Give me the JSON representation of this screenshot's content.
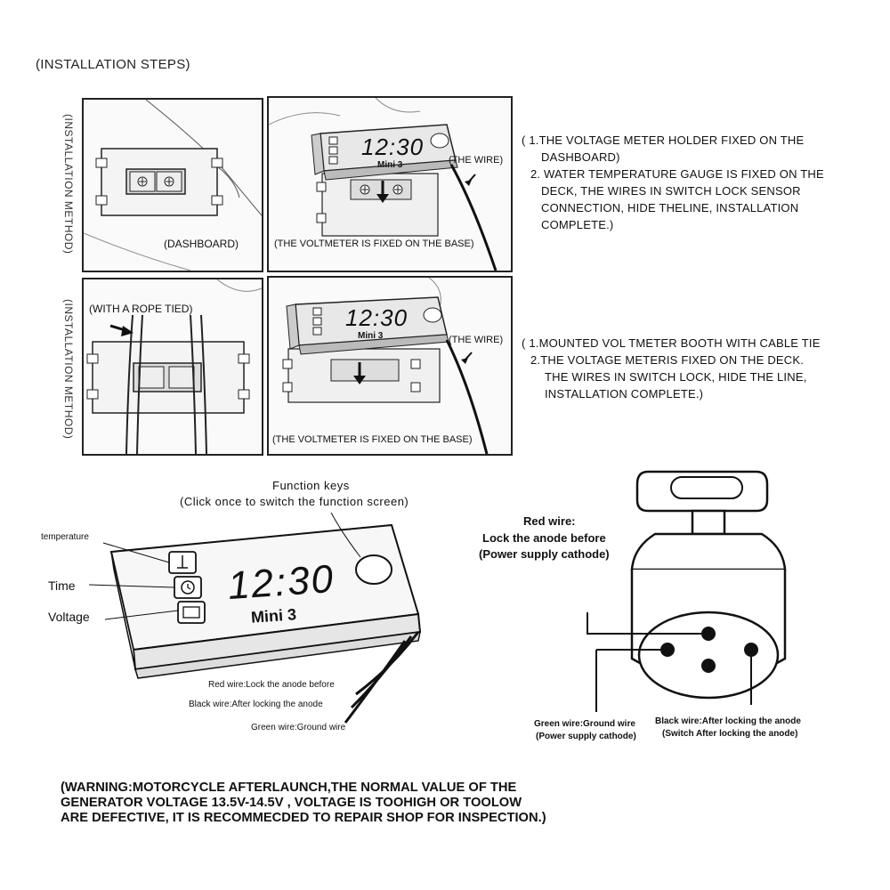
{
  "title": "(INSTALLATION STEPS)",
  "method_label": "(INSTALLATION METHOD)",
  "panel1": {
    "dashboard_label": "(DASHBOARD)",
    "base_label": "(THE VOLTMETER IS FIXED ON THE BASE)",
    "wire_label": "(THE WIRE)",
    "clock": "12:30",
    "model": "Mini 3"
  },
  "steps1": [
    "( 1.THE VOLTAGE METER HOLDER FIXED ON THE",
    "DASHBOARD)",
    "2.  WATER TEMPERATURE GAUGE IS FIXED ON THE",
    "DECK, THE WIRES IN SWITCH LOCK SENSOR",
    "CONNECTION, HIDE THELINE, INSTALLATION",
    "COMPLETE.)"
  ],
  "panel2": {
    "rope_label": "(WITH A ROPE TIED)",
    "base_label": "(THE VOLTMETER IS FIXED ON THE BASE)",
    "wire_label": "(THE WIRE)",
    "clock": "12:30",
    "model": "Mini 3"
  },
  "steps2": [
    "( 1.MOUNTED VOL TMETER BOOTH WITH CABLE TIE",
    "2.THE VOLTAGE METERIS FIXED ON THE DECK.",
    "THE WIRES IN SWITCH LOCK, HIDE THE LINE,",
    "INSTALLATION COMPLETE.)"
  ],
  "device": {
    "function_keys": "Function keys",
    "function_keys_note": "(Click once to switch the function screen)",
    "temperature": "temperature",
    "time": "Time",
    "voltage": "Voltage",
    "clock": "12:30",
    "model": "Mini 3",
    "red_wire": "Red wire:Lock the anode before",
    "black_wire": "Black wire:After locking the anode",
    "green_wire": "Green wire:Ground wire"
  },
  "lock": {
    "red_wire_title": "Red wire:",
    "red_wire_line1": "Lock the anode before",
    "red_wire_line2": "(Power supply cathode)",
    "green_wire_line1": "Green wire:Ground wire",
    "green_wire_line2": "(Power supply cathode)",
    "black_wire_line1": "Black wire:After locking the anode",
    "black_wire_line2": "(Switch After locking the anode)"
  },
  "warning": [
    "(WARNING:MOTORCYCLE AFTERLAUNCH,THE NORMAL VALUE OF THE",
    "GENERATOR VOLTAGE 13.5V-14.5V , VOLTAGE IS TOOHIGH OR  TOOLOW",
    "ARE DEFECTIVE, IT IS RECOMMECDED TO REPAIR SHOP FOR INSPECTION.)"
  ]
}
